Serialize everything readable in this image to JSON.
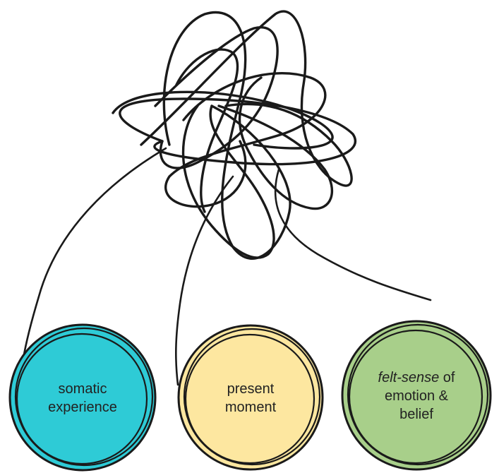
{
  "circles": [
    {
      "id": "somatic",
      "lines": [
        "somatic",
        "experience"
      ],
      "fill": "#2ecbd6"
    },
    {
      "id": "present",
      "lines": [
        "present",
        "moment"
      ],
      "fill": "#fde7a0"
    },
    {
      "id": "felt",
      "lines_rich": [
        [
          "felt-sense",
          " of"
        ],
        [
          "emotion &"
        ],
        [
          "belief"
        ]
      ],
      "fill": "#a8cf8a"
    }
  ],
  "line_color": "#1a1a1a"
}
